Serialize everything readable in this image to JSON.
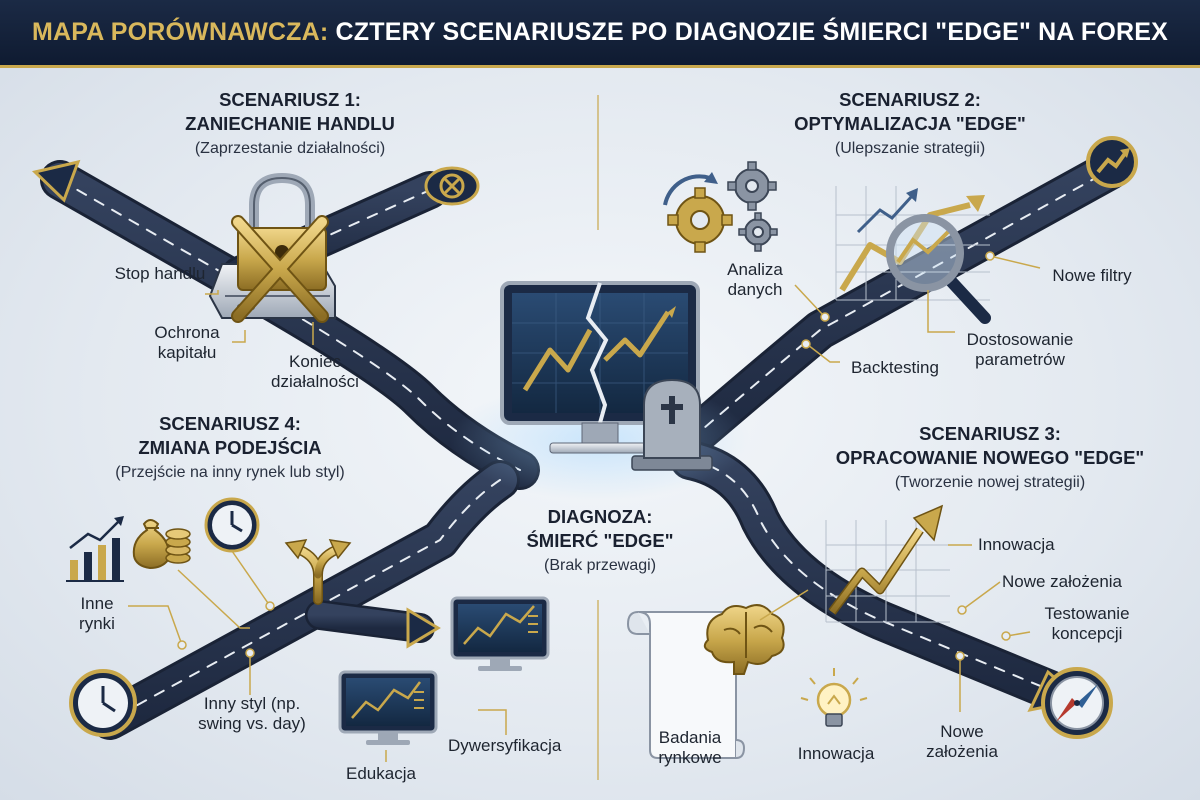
{
  "header": {
    "title_accent": "MAPA PORÓWNAWCZA:",
    "title_main": "CZTERY SCENARIUSZE PO DIAGNOZIE ŚMIERCI \"EDGE\" NA FOREX"
  },
  "center": {
    "line1": "DIAGNOZA:",
    "line2": "ŚMIERĆ \"EDGE\"",
    "sub": "(Brak przewagi)"
  },
  "scenario1": {
    "line1": "SCENARIUSZ 1:",
    "line2": "ZANIECHANIE HANDLU",
    "sub": "(Zaprzestanie działalności)",
    "labels": [
      "Stop handlu",
      "Ochrona kapitału",
      "Koniec działalności"
    ]
  },
  "scenario2": {
    "line1": "SCENARIUSZ 2:",
    "line2": "OPTYMALIZACJA \"EDGE\"",
    "sub": "(Ulepszanie strategii)",
    "labels": [
      "Analiza danych",
      "Nowe filtry",
      "Dostosowanie parametrów",
      "Backtesting"
    ]
  },
  "scenario3": {
    "line1": "SCENARIUSZ 3:",
    "line2": "OPRACOWANIE NOWEGO \"EDGE\"",
    "sub": "(Tworzenie nowej strategii)",
    "labels": [
      "Innowacja",
      "Nowe założenia",
      "Testowanie koncepcji",
      "Badania rynkowe",
      "Innowacja",
      "Nowe założenia"
    ]
  },
  "scenario4": {
    "line1": "SCENARIUSZ 4:",
    "line2": "ZMIANA PODEJŚCIA",
    "sub": "(Przejście na inny rynek lub styl)",
    "labels": [
      "Inne rynki",
      "Inny styl (np. swing vs. day)",
      "Dywersyfikacja",
      "Edukacja"
    ]
  },
  "colors": {
    "navy": "#1b2a45",
    "gold": "#c9a84c",
    "road": "#2b3852"
  },
  "icons": [
    "padlock-icon",
    "server-icon",
    "x-mark-icon",
    "no-entry-sign-icon",
    "gears-icon",
    "magnifier-chart-icon",
    "growth-badge-icon",
    "monitor-broken-chart-icon",
    "tombstone-icon",
    "rising-chart-icon",
    "brain-icon",
    "paper-scroll-icon",
    "lightbulb-icon",
    "compass-icon",
    "money-bag-icon",
    "coins-icon",
    "bar-chart-icon",
    "clock-icon",
    "split-arrow-icon",
    "mini-monitor-icon"
  ]
}
